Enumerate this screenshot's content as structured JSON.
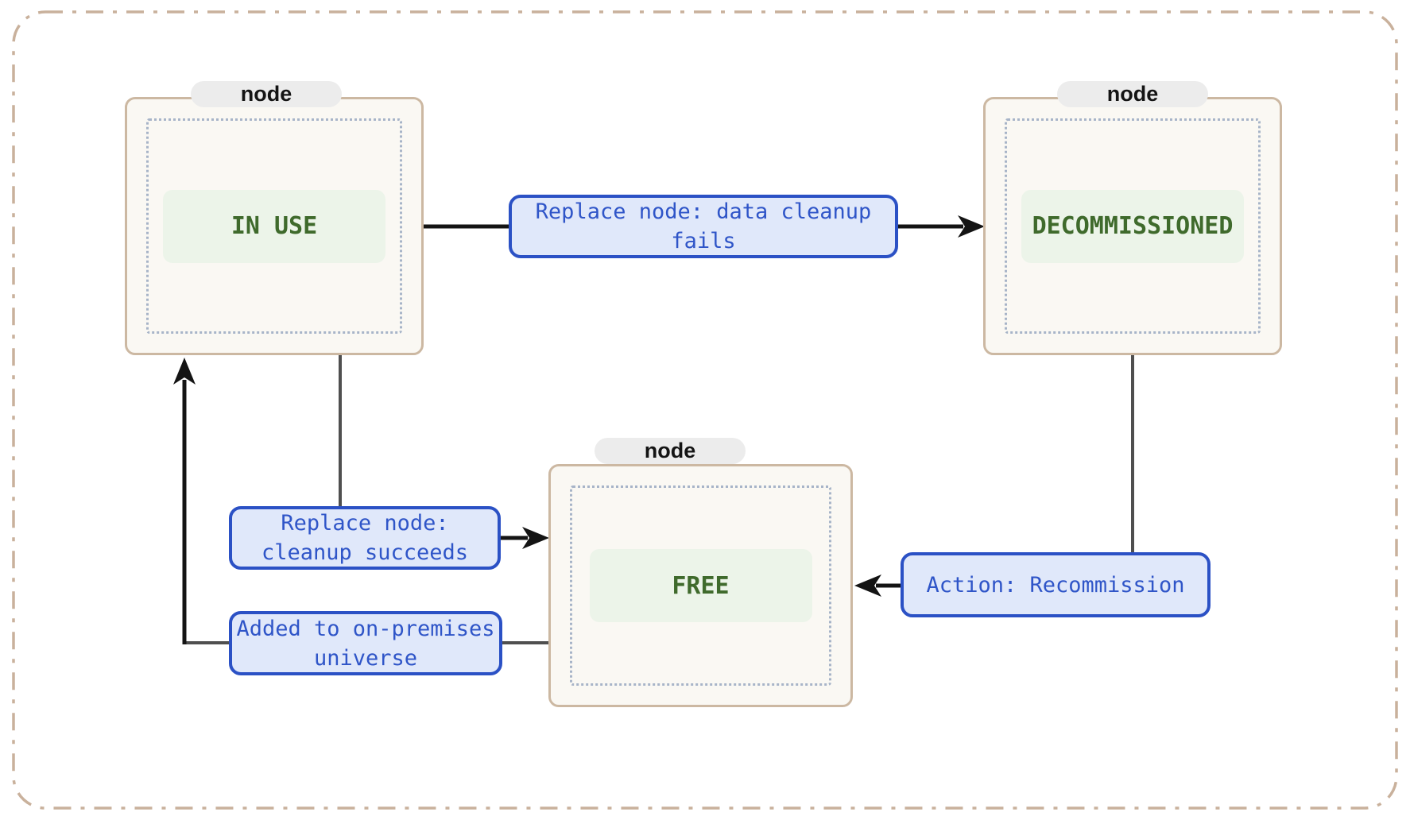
{
  "diagram": {
    "type": "state-diagram",
    "nodes": [
      {
        "container_label": "node",
        "state": "IN USE"
      },
      {
        "container_label": "node",
        "state": "DECOMMISSIONED"
      },
      {
        "container_label": "node",
        "state": "FREE"
      }
    ],
    "edges": [
      {
        "from": "IN USE",
        "to": "DECOMMISSIONED",
        "label": "Replace node: data cleanup fails",
        "label_lines": [
          "Replace node: data cleanup",
          "fails"
        ]
      },
      {
        "from": "IN USE",
        "to": "FREE",
        "label": "Replace node: cleanup succeeds",
        "label_lines": [
          "Replace node:",
          "cleanup succeeds"
        ]
      },
      {
        "from": "FREE",
        "to": "IN USE",
        "label": "Added to on-premises universe",
        "label_lines": [
          "Added to on-premises",
          "universe"
        ]
      },
      {
        "from": "DECOMMISSIONED",
        "to": "FREE",
        "label": "Action: Recommission",
        "label_lines": [
          "Action: Recommission"
        ]
      }
    ],
    "colors": {
      "frame_border": "#c9b19c",
      "node_border": "#ccb8a2",
      "node_fill": "#faf8f3",
      "inner_dotted_border": "#a7b4c8",
      "state_badge_fill": "#ecf4e9",
      "state_text": "#3f6a2c",
      "pill_fill": "#ececec",
      "pill_text": "#141414",
      "edge_label_fill": "#e0e8fa",
      "edge_label_border": "#2b51c5",
      "edge_label_text": "#2f55c8",
      "edge_line_dark": "#141414",
      "edge_line_gray": "#4f4f4f"
    }
  }
}
